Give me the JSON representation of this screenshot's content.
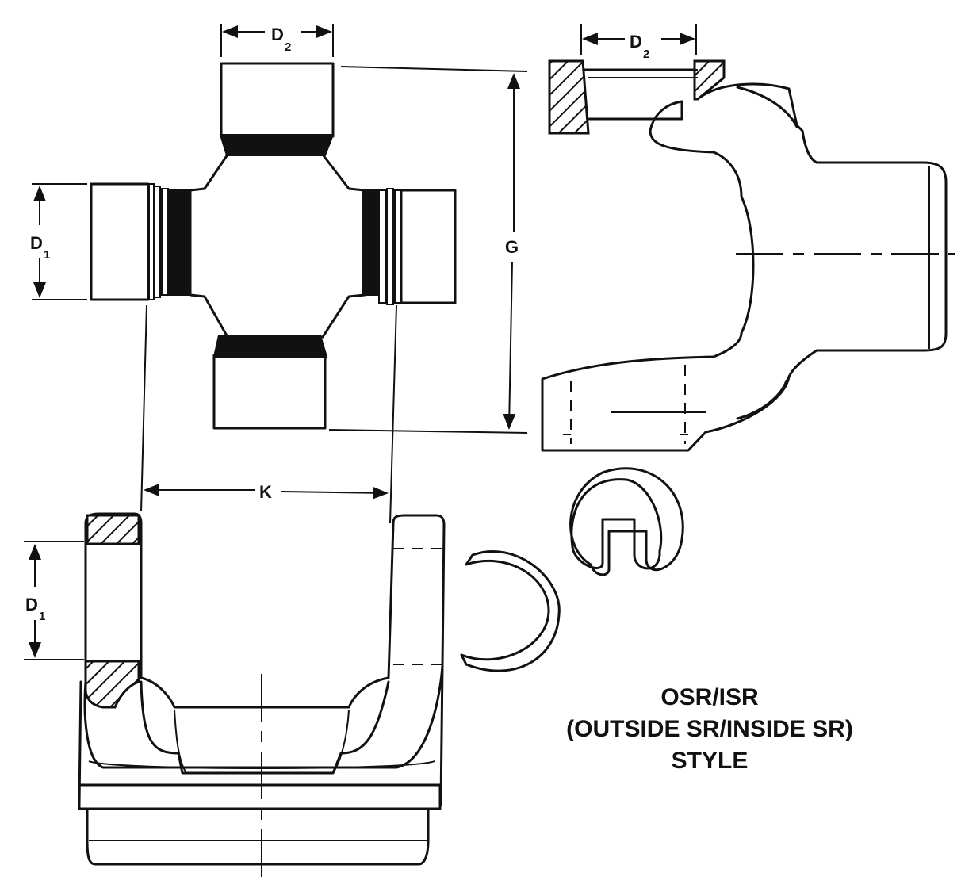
{
  "labels": {
    "d2": {
      "main": "D",
      "sub": "2"
    },
    "d1": {
      "main": "D",
      "sub": "1"
    },
    "g": "G",
    "k": "K"
  },
  "caption": {
    "line1": "OSR/ISR",
    "line2": "(OUTSIDE SR/INSIDE SR)",
    "line3": "STYLE"
  }
}
